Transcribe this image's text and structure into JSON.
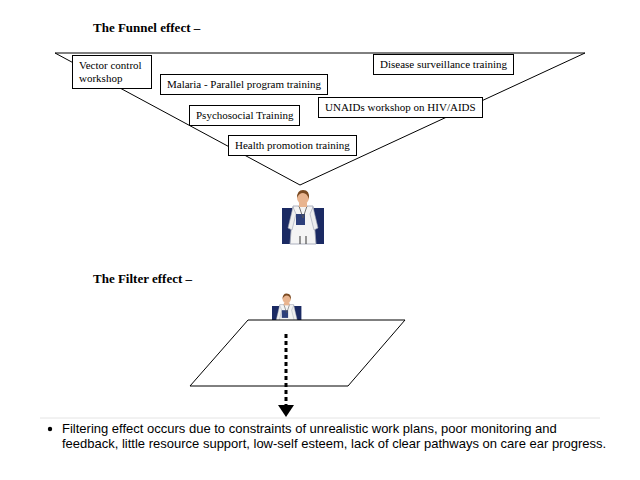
{
  "diagram": {
    "title": "The Funnel effect –",
    "nodes": [
      {
        "text": [
          "Vector control workshop"
        ]
      },
      {
        "text": [
          "Malaria - Parallel program training"
        ]
      },
      {
        "text": [
          "Disease surveillance training"
        ]
      },
      {
        "text": [
          "Psychosocial Training"
        ]
      },
      {
        "text": [
          "UNAIDs workshop on HIV/AIDS"
        ]
      },
      {
        "text": [
          "Health promotion training"
        ]
      }
    ],
    "labels": [
      "The Filter effect –",
      "Filtering effect occurs due to constraints of unrealistic work plans, poor monitoring and feedback, little resource support, low-self esteem, lack of clear pathways on care ear progress."
    ]
  }
}
